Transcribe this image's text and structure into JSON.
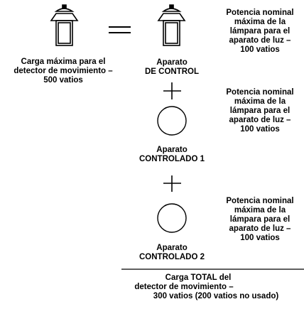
{
  "left_fixture": {
    "caption": [
      "Carga máxima para el",
      "detector de movimiento –",
      "500 vatios"
    ]
  },
  "control_device": {
    "label": [
      "Aparato",
      "DE CONTROL"
    ],
    "rating": [
      "Potencia nominal",
      "máxima de la",
      "lámpara para el",
      "aparato de luz –",
      "100 vatios"
    ]
  },
  "controlled_device_1": {
    "label": [
      "Aparato",
      "CONTROLADO 1"
    ],
    "rating": [
      "Potencia nominal",
      "máxima de la",
      "lámpara para el",
      "aparato de luz –",
      "100 vatios"
    ]
  },
  "controlled_device_2": {
    "label": [
      "Aparato",
      "CONTROLADO 2"
    ],
    "rating": [
      "Potencia nominal",
      "máxima de la",
      "lámpara para el",
      "aparato de luz –",
      "100 vatios"
    ]
  },
  "total": {
    "lines": [
      "Carga TOTAL del",
      "detector de movimiento –",
      "300 vatios  (200 vatios no usado)"
    ]
  },
  "symbols": {
    "equals": "=",
    "plus": "+"
  }
}
